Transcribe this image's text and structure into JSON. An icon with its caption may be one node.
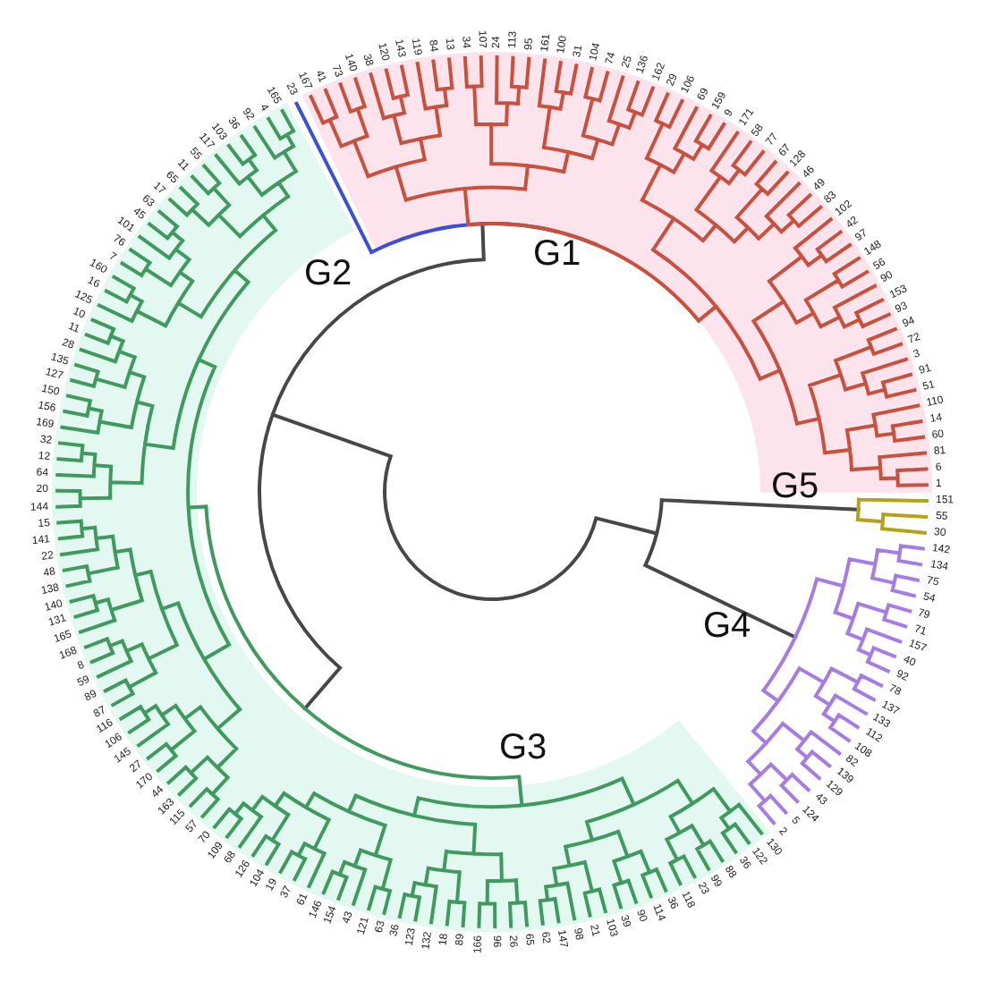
{
  "diagram": {
    "labels": [
      "G1",
      "G2",
      "G5",
      "G4",
      "G3",
      "167",
      "41",
      "73",
      "140",
      "38",
      "120",
      "143",
      "119",
      "84",
      "13",
      "34",
      "107",
      "24",
      "113",
      "95",
      "161",
      "100",
      "31",
      "104",
      "74",
      "25",
      "136",
      "162",
      "29",
      "106",
      "69",
      "159",
      "9",
      "171",
      "58",
      "77",
      "67",
      "128",
      "46",
      "49",
      "83",
      "102",
      "42",
      "97",
      "148",
      "56",
      "90",
      "153",
      "93",
      "94",
      "72",
      "3",
      "91",
      "51",
      "110",
      "14",
      "60",
      "81",
      "6",
      "1",
      "151",
      "55",
      "30",
      "142",
      "134",
      "75",
      "54",
      "79",
      "71",
      "157",
      "40",
      "92",
      "78",
      "137",
      "133",
      "112",
      "108",
      "82",
      "139",
      "129",
      "43",
      "124",
      "5",
      "2",
      "130",
      "122",
      "36",
      "88",
      "99",
      "23",
      "118",
      "36",
      "114",
      "90",
      "39",
      "103",
      "21",
      "98",
      "147",
      "62",
      "65",
      "26",
      "96",
      "166",
      "89",
      "18",
      "132",
      "123",
      "36",
      "63",
      "121",
      "43",
      "154",
      "146",
      "61",
      "37",
      "19",
      "104",
      "126",
      "68",
      "109",
      "70",
      "57",
      "115",
      "163",
      "44",
      "170",
      "27",
      "145",
      "106",
      "116",
      "87",
      "89",
      "59",
      "8",
      "168",
      "165",
      "131",
      "140",
      "138",
      "48",
      "22",
      "141",
      "15",
      "144",
      "20",
      "64",
      "12",
      "32",
      "169",
      "156",
      "150",
      "127",
      "135",
      "28",
      "11",
      "10",
      "125",
      "16",
      "160",
      "7",
      "76",
      "101",
      "45",
      "63",
      "17",
      "65",
      "11",
      "55",
      "117",
      "103",
      "36",
      "92",
      "4",
      "165",
      "23"
    ]
  }
}
